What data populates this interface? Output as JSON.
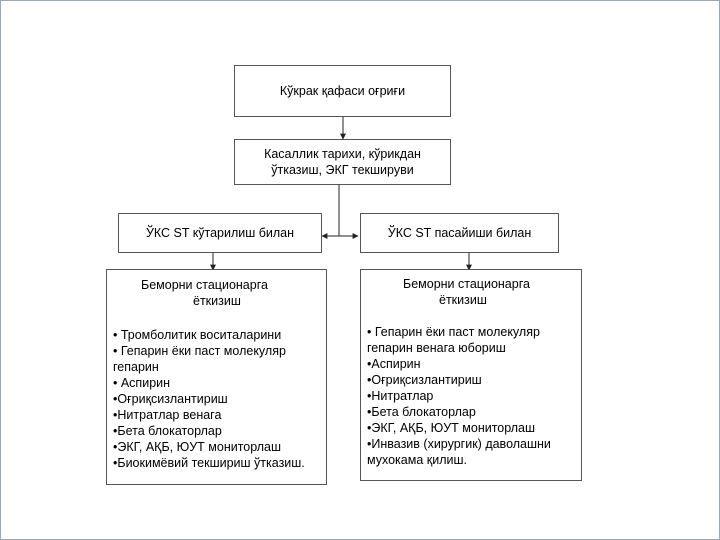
{
  "diagram": {
    "top_box": "Кўкрак қафаси оғриғи",
    "second_box": {
      "line1": "Касаллик тарихи, кўрикдан",
      "line2": "ўтказиш, ЭКГ текшируви"
    },
    "left_branch": {
      "title": "ЎКС ST кўтарилиш билан",
      "header_line1": "Беморни стационарга",
      "header_line2": "ёткизиш",
      "items": [
        "• Тромболитик воситаларини",
        "• Гепарин ёки паст молекуляр",
        "гепарин",
        "• Аспирин",
        "•Оғриқсизлантириш",
        "•Нитратлар венага",
        "•Бета блокаторлар",
        "•ЭКГ, АҚБ, ЮУТ мониторлаш",
        "•Биокимёвий текшириш ўтказиш."
      ]
    },
    "right_branch": {
      "title": "ЎКС ST пасайиши билан",
      "header_line1": "Беморни стационарга",
      "header_line2": "ёткизиш",
      "items": [
        "• Гепарин ёки паст молекуляр",
        "гепарин венага юбориш",
        "•Аспирин",
        "•Оғриқсизлантириш",
        "•Нитратлар",
        "•Бета блокаторлар",
        "•ЭКГ, АҚБ, ЮУТ мониторлаш",
        "•Инвазив (хирургик) даволашни",
        "мухокама қилиш."
      ]
    }
  }
}
